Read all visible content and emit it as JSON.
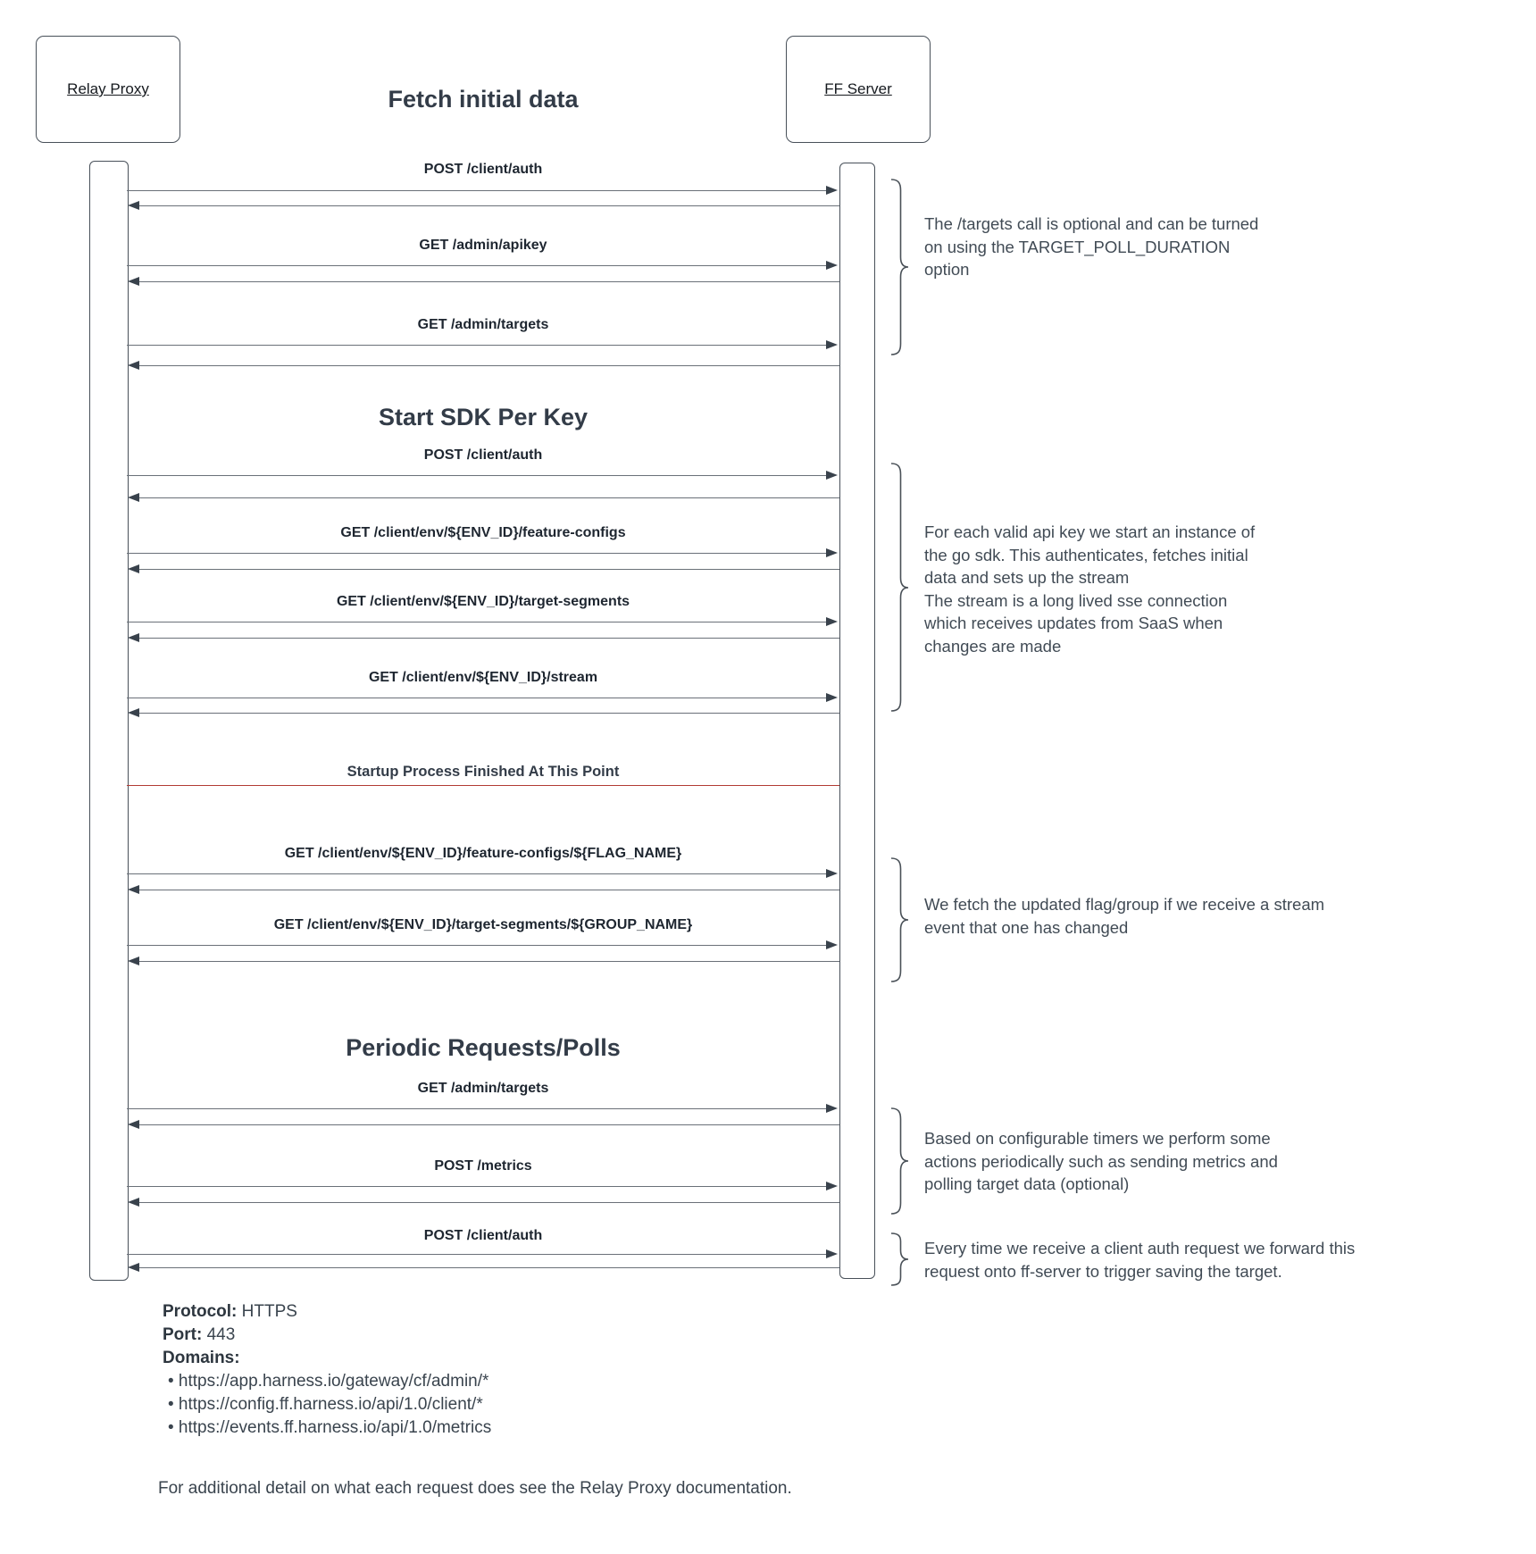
{
  "actors": {
    "left": {
      "label": "Relay Proxy"
    },
    "right": {
      "label": "FF Server"
    }
  },
  "sections": {
    "fetch_initial": "Fetch initial data",
    "start_sdk": "Start SDK Per Key",
    "periodic": "Periodic Requests/Polls"
  },
  "divider": {
    "label": "Startup Process Finished At This Point"
  },
  "messages": [
    {
      "label": "POST /client/auth"
    },
    {
      "label": "GET /admin/apikey"
    },
    {
      "label": "GET /admin/targets"
    },
    {
      "label": "POST /client/auth"
    },
    {
      "label": "GET /client/env/${ENV_ID}/feature-configs"
    },
    {
      "label": "GET /client/env/${ENV_ID}/target-segments"
    },
    {
      "label": "GET /client/env/${ENV_ID}/stream"
    },
    {
      "label": "GET /client/env/${ENV_ID}/feature-configs/${FLAG_NAME}"
    },
    {
      "label": "GET /client/env/${ENV_ID}/target-segments/${GROUP_NAME}"
    },
    {
      "label": "GET /admin/targets"
    },
    {
      "label": "POST /metrics"
    },
    {
      "label": "POST /client/auth"
    }
  ],
  "annotations": [
    {
      "text": "The /targets call is optional and can be turned\non using the TARGET_POLL_DURATION\noption"
    },
    {
      "text": "For each valid api key we start an instance of\nthe go sdk. This authenticates, fetches initial\ndata and sets up the stream\nThe stream is a long lived sse connection\nwhich receives updates from SaaS when\nchanges are made"
    },
    {
      "text": "We fetch the updated flag/group if we receive a stream\nevent that one has changed"
    },
    {
      "text": "Based on configurable timers we perform some\nactions periodically such as sending metrics and\npolling target data (optional)"
    },
    {
      "text": "Every time we receive a client auth request we forward this\nrequest onto ff-server to trigger saving the target."
    }
  ],
  "info": {
    "protocol_label": "Protocol:",
    "protocol_value": " HTTPS",
    "port_label": "Port:",
    "port_value": " 443",
    "domains_label": "Domains:",
    "bullet": "•",
    "domains": [
      " https://app.harness.io/gateway/cf/admin/*",
      " https://config.ff.harness.io/api/1.0/client/*",
      " https://events.ff.harness.io/api/1.0/metrics"
    ],
    "note": "For additional detail on what each request does see the Relay Proxy documentation."
  },
  "colors": {
    "accent_red": "#b23b33",
    "line": "#6a7078",
    "arrowhead": "#39424c",
    "border": "#485059",
    "text": "#414b55"
  }
}
